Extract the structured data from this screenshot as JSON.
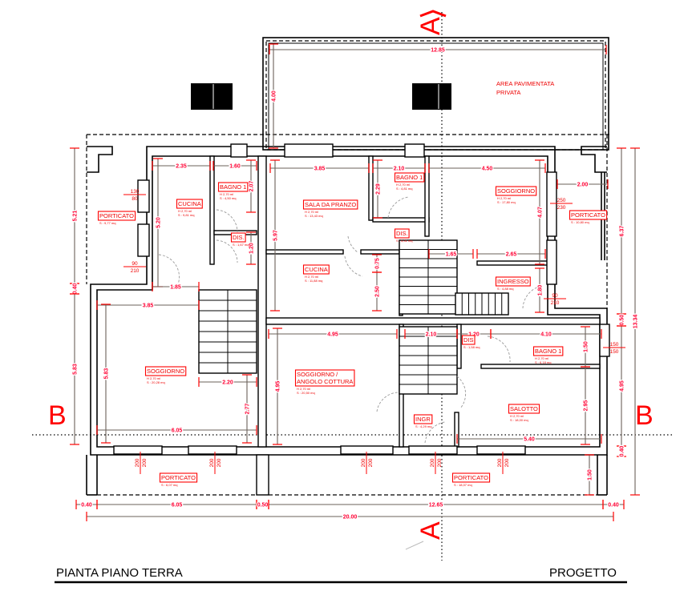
{
  "title_block": {
    "left": "PIANTA PIANO TERRA",
    "right": "PROGETTO"
  },
  "sections": {
    "a_top": "A",
    "a_bottom": "A",
    "b_left": "B",
    "b_right": "B"
  },
  "private_area": {
    "label_line1": "AREA PAVIMENTATA",
    "label_line2": "PRIVATA"
  },
  "colors": {
    "annotation": "#ff0000",
    "dimension_line": "#6b625a",
    "walls": "#000000"
  },
  "rooms": [
    {
      "name": "PORTICATO",
      "h": "",
      "s": "S : 9,77 mq"
    },
    {
      "name": "CUCINA",
      "h": "H 2,70 ml",
      "s": "S : 9,81 mq"
    },
    {
      "name": "BAGNO 1",
      "h": "H 2,70 ml",
      "s": "S : 4,50 mq"
    },
    {
      "name": "DIS.",
      "h": "",
      "s": "S : 1,67 mq"
    },
    {
      "name": "SALA DA PRANZO",
      "h": "H 2,70 ml",
      "s": "S : 13,43 mq"
    },
    {
      "name": "BAGNO 1",
      "h": "H 2,70 ml",
      "s": "S : 4,81 mq"
    },
    {
      "name": "DIS.",
      "h": "",
      "s": "S : 3,31 mq"
    },
    {
      "name": "CUCINA",
      "h": "H 2,70 ml",
      "s": "S : 11,88 mq"
    },
    {
      "name": "SOGGIORNO",
      "h": "H 2,70 ml",
      "s": "S : 17,80 mq"
    },
    {
      "name": "PORTICATO",
      "h": "",
      "s": "S : 10,80 mq"
    },
    {
      "name": "INGRESSO",
      "h": "",
      "s": "S : 4,88 mq"
    },
    {
      "name": "SOGGIORNO",
      "h": "H 2,70 ml",
      "s": "S : 20,28 mq"
    },
    {
      "name": "SOGGIORNO /",
      "name2": "ANGOLO COTTURA",
      "h": "H 2,70 ml",
      "s": "S : 20,50 mq"
    },
    {
      "name": "INGR",
      "h": "",
      "s": "S : 4,29 mq"
    },
    {
      "name": "DIS",
      "h": "",
      "s": "S : 1,58 mq"
    },
    {
      "name": "BAGNO 1",
      "h": "H 2,70 ml",
      "s": "S : 6,18 mq"
    },
    {
      "name": "SALOTTO",
      "h": "H 2,70 ml",
      "s": "S : 18,00 mq"
    },
    {
      "name": "PORTICATO",
      "h": "",
      "s": "S : 6,07 mq"
    },
    {
      "name": "PORTICATO",
      "h": "",
      "s": "S : 18,07 mq"
    }
  ],
  "dimensions": [
    "12.85",
    "4.00",
    "2.35",
    "1.60",
    "2.07",
    "1.20",
    "5.20",
    "1.85",
    "3.85",
    "5.83",
    "2.20",
    "2.77",
    "6.05",
    "5.21",
    "0.40",
    "5.83",
    "3.85",
    "2.10",
    "2.29",
    "5.97",
    "0.75",
    "2.50",
    "1.65",
    "4.50",
    "4.07",
    "2.65",
    "1.80",
    "2.00",
    "4.95",
    "2.10",
    "4.95",
    "1.20",
    "4.10",
    "1.50",
    "2.95",
    "5.40",
    "6.37",
    "0.50",
    "4.95",
    "0.40",
    "13.34",
    "1.50",
    "0.40",
    "6.05",
    "0.50",
    "12.65",
    "0.40",
    "20.00"
  ],
  "openings": [
    {
      "w": "130",
      "h": "80"
    },
    {
      "w": "90",
      "h": "210"
    },
    {
      "w": "250",
      "h": "230"
    },
    {
      "w": "90",
      "h": "210"
    },
    {
      "w": "150",
      "h": "150"
    },
    {
      "w": "200",
      "h": "200"
    },
    {
      "w": "200",
      "h": "200"
    },
    {
      "w": "200",
      "h": "200"
    },
    {
      "w": "200",
      "h": "200"
    },
    {
      "w": "200",
      "h": "200"
    }
  ]
}
